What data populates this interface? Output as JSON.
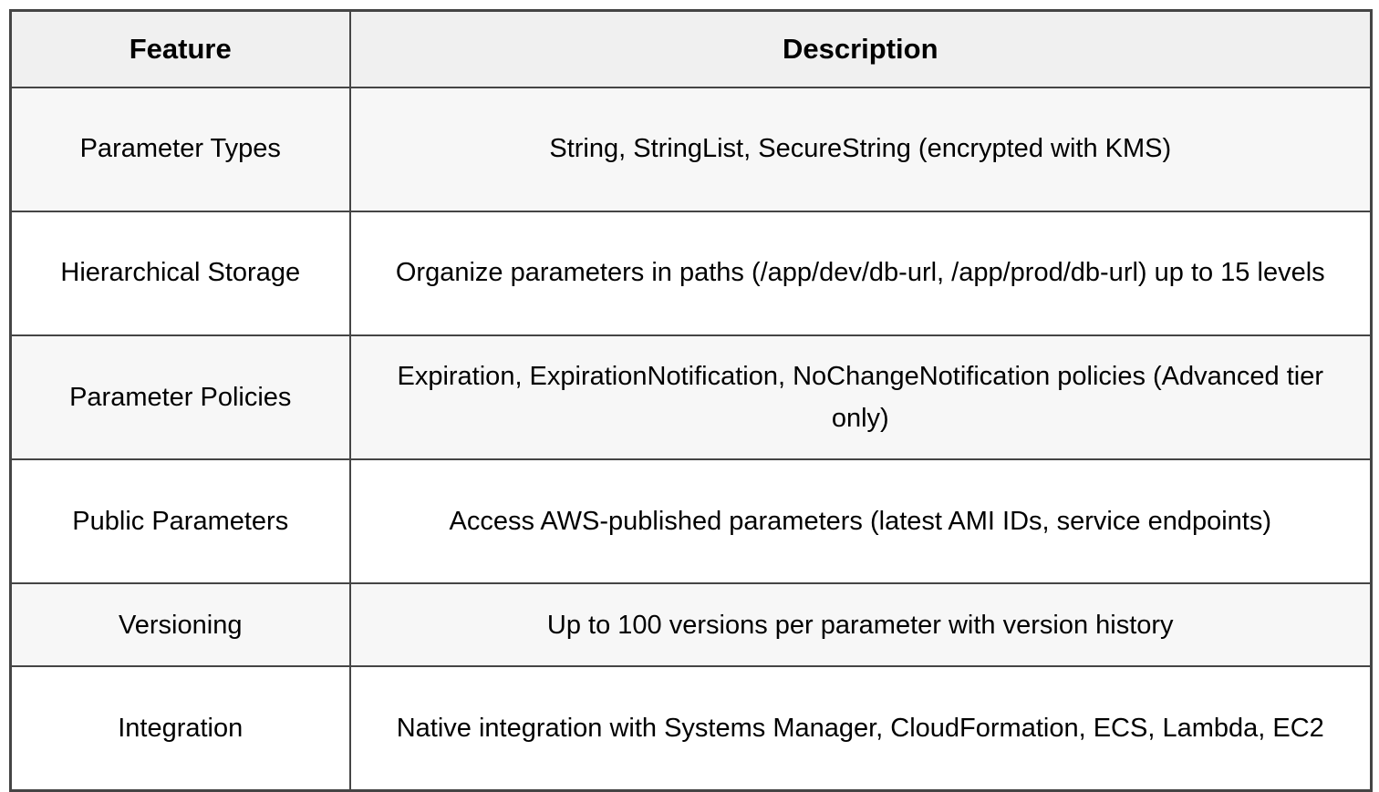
{
  "table": {
    "columns": [
      {
        "label": "Feature"
      },
      {
        "label": "Description"
      }
    ],
    "rows": [
      {
        "feature": "Parameter Types",
        "description": "String, StringList, SecureString (encrypted with KMS)"
      },
      {
        "feature": "Hierarchical Storage",
        "description": "Organize parameters in paths (/app/dev/db-url, /app/prod/db-url) up to 15 levels"
      },
      {
        "feature": "Parameter Policies",
        "description": "Expiration, ExpirationNotification, NoChangeNotification policies (Advanced tier only)"
      },
      {
        "feature": "Public Parameters",
        "description": "Access AWS-published parameters (latest AMI IDs, service endpoints)"
      },
      {
        "feature": "Versioning",
        "description": "Up to 100 versions per parameter with version history"
      },
      {
        "feature": "Integration",
        "description": "Native integration with Systems Manager, CloudFormation, ECS, Lambda, EC2"
      }
    ],
    "colors": {
      "border": "#454545",
      "header_bg": "#f0f0f0",
      "stripe_bg": "#f7f7f7",
      "row_bg": "#ffffff",
      "text": "#000000"
    }
  }
}
